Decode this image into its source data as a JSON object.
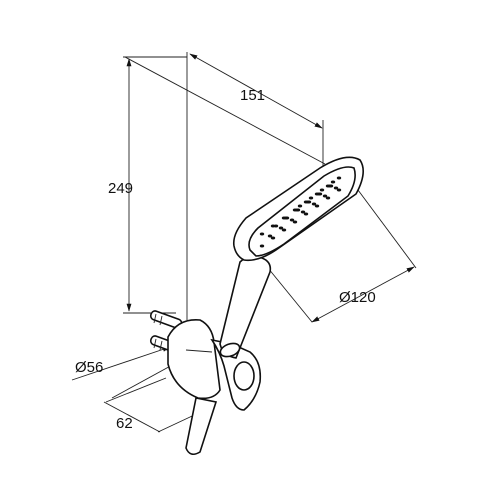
{
  "dimensions": {
    "width_151": "151",
    "height_249": "249",
    "diameter_120": "Ø120",
    "diameter_56": "Ø56",
    "depth_62": "62"
  }
}
